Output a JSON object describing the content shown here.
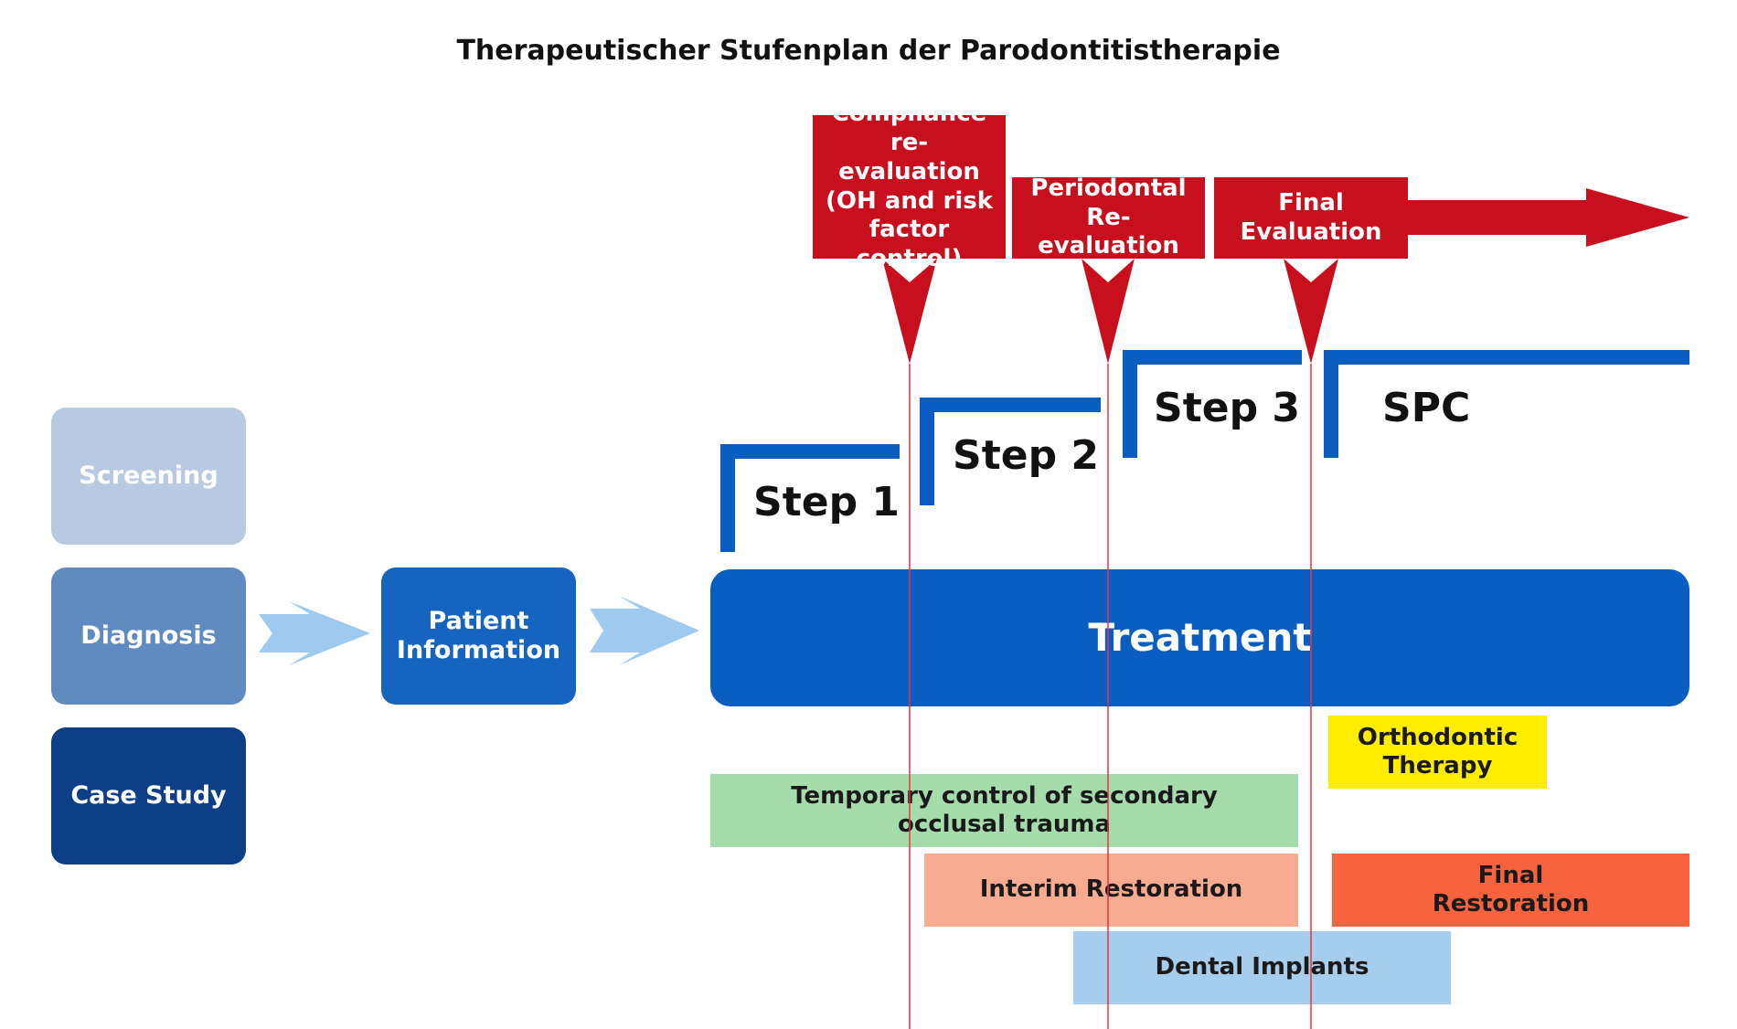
{
  "title": "Therapeutischer Stufenplan der Parodontitistherapie",
  "left_column": {
    "screening": "Screening",
    "diagnosis": "Diagnosis",
    "case_study": "Case Study"
  },
  "patient_information": "Patient Information",
  "treatment": "Treatment",
  "evaluations": {
    "compliance": "Compliance re-evaluation (OH and risk factor control)",
    "periodontal": "Periodontal Re-evaluation",
    "final": "Final Evaluation"
  },
  "steps": {
    "step1": "Step 1",
    "step2": "Step 2",
    "step3": "Step 3",
    "spc": "SPC"
  },
  "bars": {
    "orthodontic": "Orthodontic Therapy",
    "temporary_control": "Temporary control of secondary occlusal trauma",
    "interim_restoration": "Interim Restoration",
    "final_restoration": "Final Restoration",
    "dental_implants": "Dental Implants"
  },
  "colors": {
    "screening": "#b8c9e2",
    "diagnosis": "#5f8bc0",
    "case_study": "#0d3f86",
    "patient_info": "#1565c0",
    "treatment": "#0a5ec2",
    "evaluation_red": "#c70f1e",
    "step_blue": "#0a5ec2",
    "arrow_light_blue": "#9fcaf0",
    "orthodontic": "#ffed00",
    "temporary_control": "#a6dcab",
    "interim_restoration": "#f9ab91",
    "final_restoration": "#f7623f",
    "dental_implants": "#a6cdeb",
    "guide_line": "#e8333f"
  }
}
